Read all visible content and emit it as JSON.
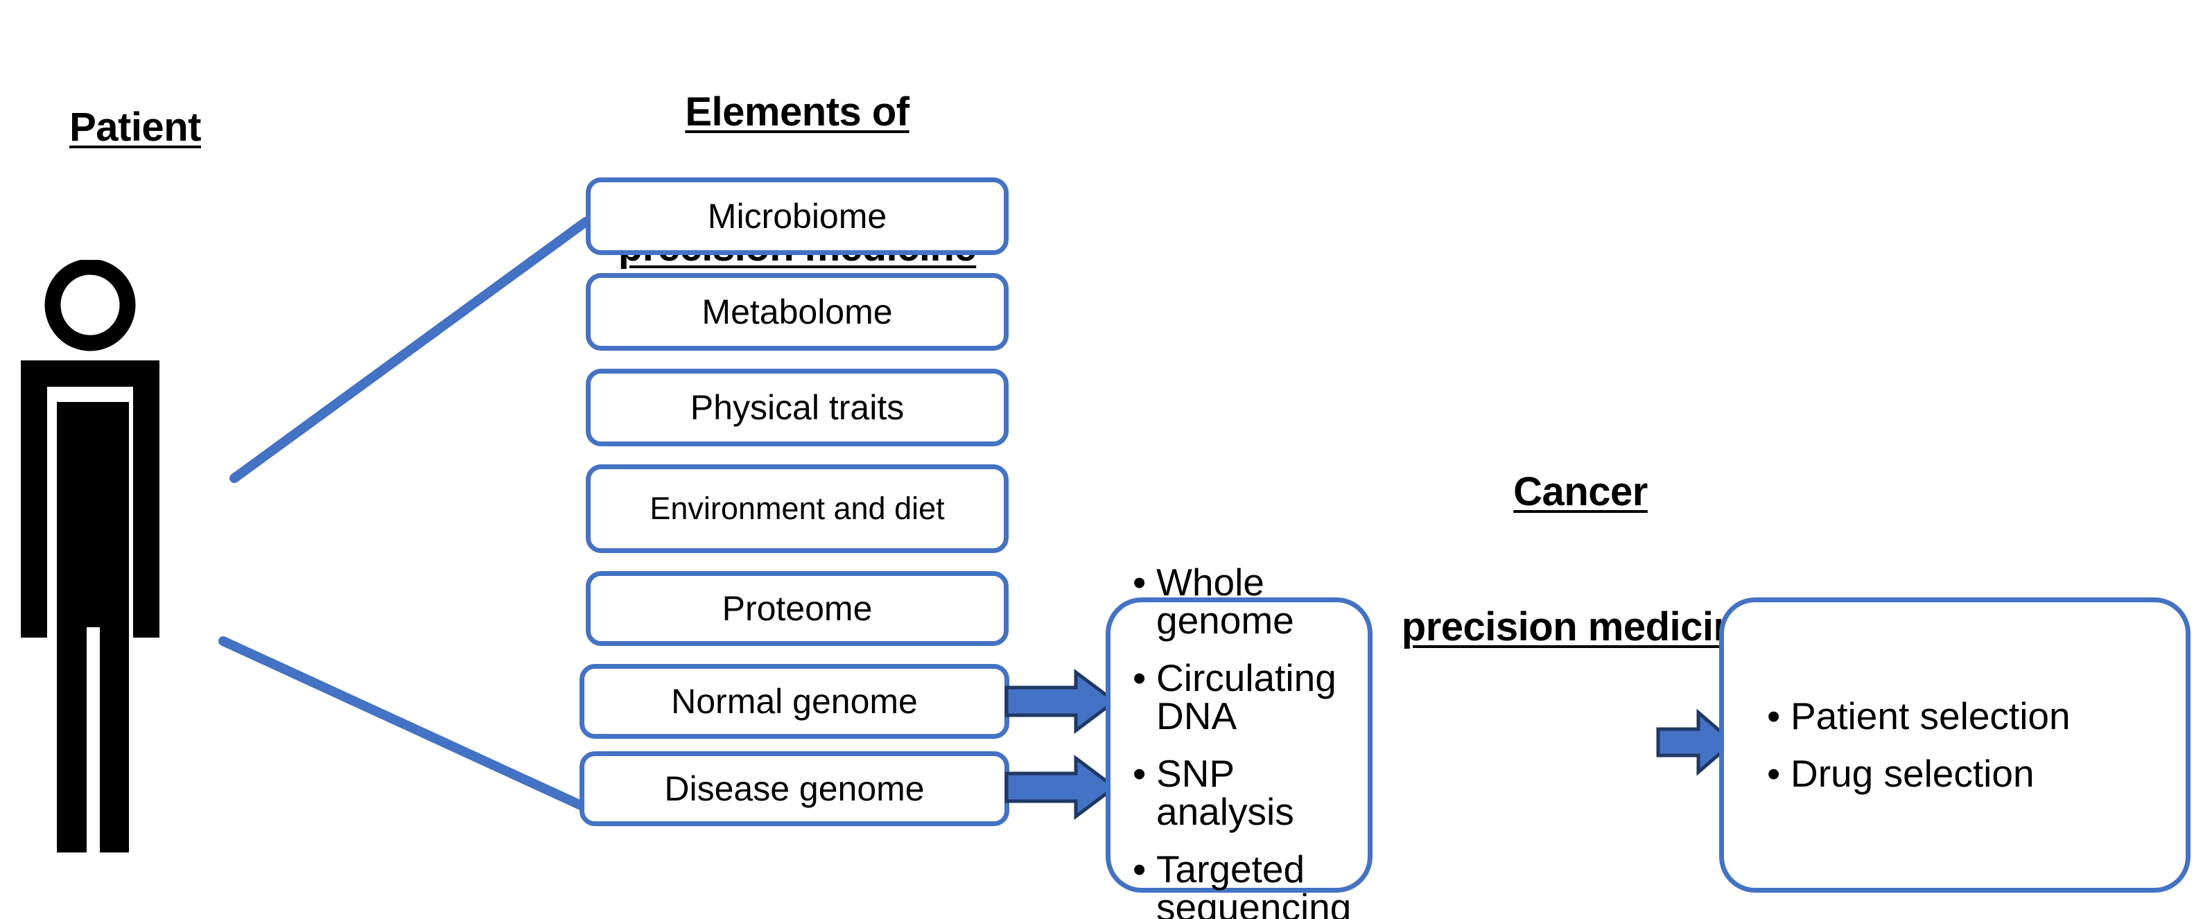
{
  "headings": {
    "patient": [
      "Patient"
    ],
    "elements": [
      "Elements of",
      "precision medicine"
    ],
    "cancer": [
      "Cancer",
      "precision medicine"
    ]
  },
  "colors": {
    "accent_blue": "#4472C4",
    "arrow_outline": "#1F3864",
    "figure_black": "#000000",
    "background": "#FFFFFF"
  },
  "elements_boxes": [
    {
      "label": "Microbiome"
    },
    {
      "label": "Metabolome"
    },
    {
      "label": "Physical traits"
    },
    {
      "label": "Environment  and diet"
    },
    {
      "label": "Proteome"
    },
    {
      "label": "Normal genome"
    },
    {
      "label": "Disease genome"
    }
  ],
  "cancer_tests": {
    "bullet_glyph": "•",
    "items": [
      "Whole genome",
      "Circulating DNA",
      "SNP analysis",
      "Targeted sequencing"
    ]
  },
  "selection": {
    "bullet_glyph": "•",
    "items": [
      "Patient selection",
      "Drug selection"
    ]
  },
  "icons": {
    "patient": "person-figure-icon",
    "connector_upper": "connector-line-icon",
    "connector_lower": "connector-line-icon",
    "arrow_normal_genome": "block-arrow-right-icon",
    "arrow_disease_genome": "block-arrow-right-icon",
    "arrow_to_selection": "block-arrow-right-icon"
  }
}
